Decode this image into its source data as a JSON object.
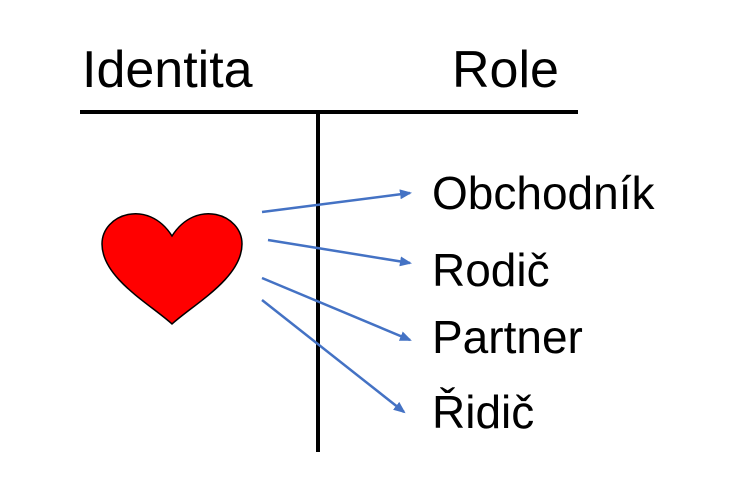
{
  "headers": {
    "left": "Identita",
    "right": "Role"
  },
  "roles": [
    {
      "label": "Obchodník"
    },
    {
      "label": "Rodič"
    },
    {
      "label": "Partner"
    },
    {
      "label": "Řidič"
    }
  ],
  "colors": {
    "text": "#000000",
    "lines": "#000000",
    "arrow": "#4472C4",
    "heart_fill": "#FF0000",
    "heart_stroke": "#000000"
  },
  "icons": {
    "identity": "heart-icon"
  }
}
